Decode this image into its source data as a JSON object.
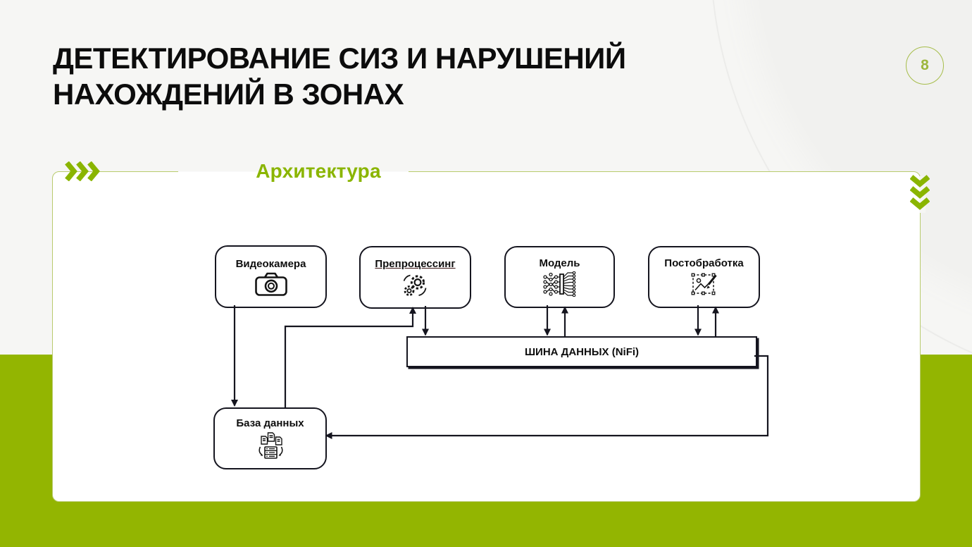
{
  "slide": {
    "title_line1": "ДЕТЕКТИРОВАНИЕ СИЗ И НАРУШЕНИЙ",
    "title_line2": "НАХОЖДЕНИЙ В ЗОНАХ",
    "page_number": "8",
    "section_label": "Архитектура"
  },
  "colors": {
    "accent_green": "#8ab500",
    "band_green": "#93b501",
    "frame_green": "#b9cb6e",
    "box_border": "#15151f",
    "text_dark": "#0c0c0c"
  },
  "diagram": {
    "nodes": [
      {
        "id": "camera",
        "label": "Видеокамера",
        "icon": "camera-icon"
      },
      {
        "id": "preprocessing",
        "label": "Препроцессинг",
        "icon": "gears-icon",
        "underlined": true
      },
      {
        "id": "model",
        "label": "Модель",
        "icon": "neural-network-icon"
      },
      {
        "id": "postprocessing",
        "label": "Постобработка",
        "icon": "image-edit-icon"
      },
      {
        "id": "bus",
        "label": "ШИНА ДАННЫХ (NiFi)"
      },
      {
        "id": "database",
        "label": "База данных",
        "icon": "database-docs-icon"
      }
    ],
    "edges": [
      {
        "from": "camera",
        "to": "database"
      },
      {
        "from": "database",
        "to": "preprocessing"
      },
      {
        "from": "preprocessing",
        "to": "bus"
      },
      {
        "from": "model",
        "to": "bus"
      },
      {
        "from": "bus",
        "to": "model"
      },
      {
        "from": "postprocessing",
        "to": "bus"
      },
      {
        "from": "bus",
        "to": "postprocessing"
      },
      {
        "from": "bus",
        "to": "database"
      }
    ]
  }
}
